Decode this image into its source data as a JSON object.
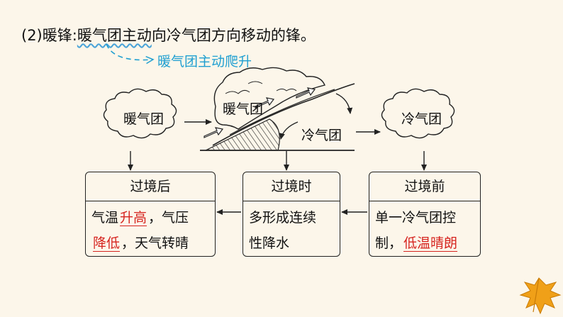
{
  "heading": {
    "prefix": "(2)暖锋:",
    "definition": "暖气团主动",
    "rest": "向冷气团方向移动的锋。"
  },
  "annotation": "暖气团主动爬升",
  "diagram": {
    "warm_mass_left": "暖气团",
    "warm_mass_mid": "暖气团",
    "cold_mass_mid": "冷气团",
    "cold_mass_right": "冷气团"
  },
  "boxes": {
    "after": {
      "title": "过境后",
      "line1_pre": "气温",
      "line1_fill": "升高",
      "line1_post": "，气压",
      "line2_fill": "降低",
      "line2_post": "，天气转晴"
    },
    "during": {
      "title": "过境时",
      "line1": "多形成连续",
      "line2": "性降水"
    },
    "before": {
      "title": "过境前",
      "line1": "单一冷气团控",
      "line2_pre": "制，",
      "line2_fill": "低温晴朗"
    }
  },
  "colors": {
    "annotation": "#1f9fd1",
    "answer": "#d6241f",
    "background": "#fcf6ea",
    "leaf": "#f0a018"
  }
}
